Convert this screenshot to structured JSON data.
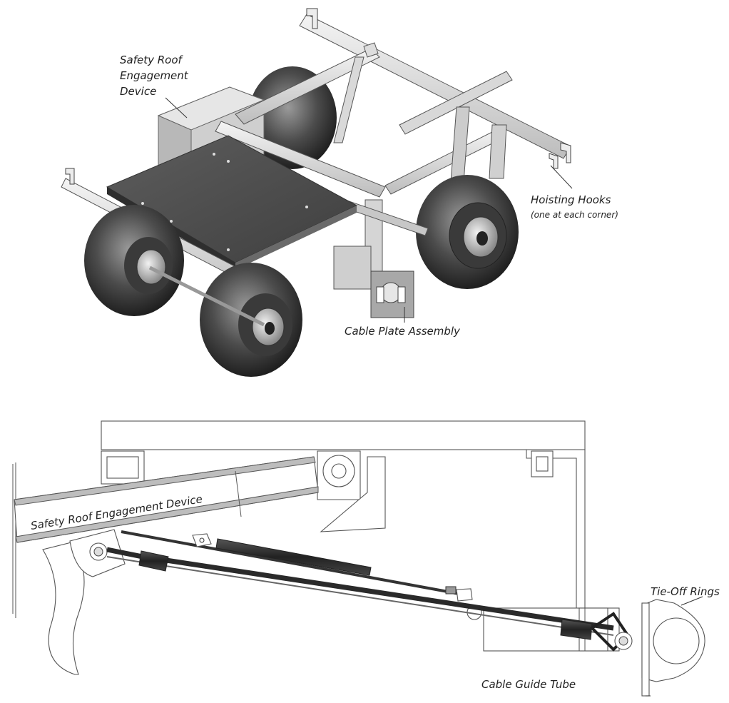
{
  "top_view": {
    "labels": {
      "safety_roof_line1": "Safety Roof",
      "safety_roof_line2": "Engagement",
      "safety_roof_line3": "Device",
      "hoisting_hooks": "Hoisting Hooks",
      "hoisting_hooks_note": "(one at each corner)",
      "cable_plate": "Cable Plate Assembly"
    }
  },
  "side_view": {
    "labels": {
      "safety_roof": "Safety Roof Engagement Device",
      "tie_off": "Tie-Off Rings",
      "cable_guide": "Cable Guide Tube"
    }
  }
}
